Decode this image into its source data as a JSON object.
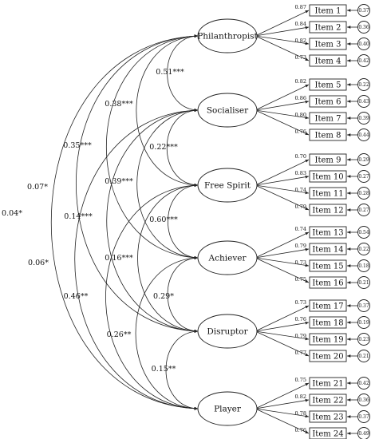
{
  "factors": [
    {
      "name": "Philanthropist",
      "items": [
        {
          "label": "Item 1",
          "loading": "0.87",
          "error": "0.37"
        },
        {
          "label": "Item 2",
          "loading": "0.84",
          "error": "0.36"
        },
        {
          "label": "Item 3",
          "loading": "0.82",
          "error": "0.40"
        },
        {
          "label": "Item 4",
          "loading": "0.73",
          "error": "0.42"
        }
      ]
    },
    {
      "name": "Socialiser",
      "items": [
        {
          "label": "Item 5",
          "loading": "0.82",
          "error": "0.22"
        },
        {
          "label": "Item 6",
          "loading": "0.86",
          "error": "0.43"
        },
        {
          "label": "Item 7",
          "loading": "0.80",
          "error": "0.39"
        },
        {
          "label": "Item 8",
          "loading": "0.76",
          "error": "0.44"
        }
      ]
    },
    {
      "name": "Free Spirit",
      "items": [
        {
          "label": "Item 9",
          "loading": "0.70",
          "error": "0.29"
        },
        {
          "label": "Item 10",
          "loading": "0.83",
          "error": "0.27"
        },
        {
          "label": "Item 11",
          "loading": "0.74",
          "error": "0.28"
        },
        {
          "label": "Item 12",
          "loading": "0.79",
          "error": "0.27"
        }
      ]
    },
    {
      "name": "Achiever",
      "items": [
        {
          "label": "Item 13",
          "loading": "0.74",
          "error": "0.54"
        },
        {
          "label": "Item 14",
          "loading": "0.79",
          "error": "0.22"
        },
        {
          "label": "Item 15",
          "loading": "0.73",
          "error": "0.18"
        },
        {
          "label": "Item 16",
          "loading": "0.75",
          "error": "0.21"
        }
      ]
    },
    {
      "name": "Disruptor",
      "items": [
        {
          "label": "Item 17",
          "loading": "0.73",
          "error": "0.37"
        },
        {
          "label": "Item 18",
          "loading": "0.76",
          "error": "0.19"
        },
        {
          "label": "Item 19",
          "loading": "0.79",
          "error": "0.23"
        },
        {
          "label": "Item 20",
          "loading": "0.77",
          "error": "0.21"
        }
      ]
    },
    {
      "name": "Player",
      "items": [
        {
          "label": "Item 21",
          "loading": "0.75",
          "error": "0.42"
        },
        {
          "label": "Item 22",
          "loading": "0.82",
          "error": "0.36"
        },
        {
          "label": "Item 23",
          "loading": "0.78",
          "error": "0.37"
        },
        {
          "label": "Item 24",
          "loading": "0.76",
          "error": "0.49"
        }
      ]
    }
  ],
  "correlations": [
    {
      "from": "Philanthropist",
      "to": "Socialiser",
      "value": "0.51***"
    },
    {
      "from": "Philanthropist",
      "to": "Free Spirit",
      "value": "0.38***"
    },
    {
      "from": "Philanthropist",
      "to": "Achiever",
      "value": "0.35***"
    },
    {
      "from": "Philanthropist",
      "to": "Disruptor",
      "value": "0.07*"
    },
    {
      "from": "Philanthropist",
      "to": "Player",
      "value": "0.04*"
    },
    {
      "from": "Socialiser",
      "to": "Free Spirit",
      "value": "0.22***"
    },
    {
      "from": "Socialiser",
      "to": "Achiever",
      "value": "0.39***"
    },
    {
      "from": "Socialiser",
      "to": "Disruptor",
      "value": "0.14***"
    },
    {
      "from": "Socialiser",
      "to": "Player",
      "value": "0.06*"
    },
    {
      "from": "Free Spirit",
      "to": "Achiever",
      "value": "0.60***"
    },
    {
      "from": "Free Spirit",
      "to": "Disruptor",
      "value": "0.16***"
    },
    {
      "from": "Free Spirit",
      "to": "Player",
      "value": "0.46**"
    },
    {
      "from": "Achiever",
      "to": "Disruptor",
      "value": "0.29*"
    },
    {
      "from": "Achiever",
      "to": "Player",
      "value": "0.26**"
    },
    {
      "from": "Disruptor",
      "to": "Player",
      "value": "0.15**"
    }
  ]
}
